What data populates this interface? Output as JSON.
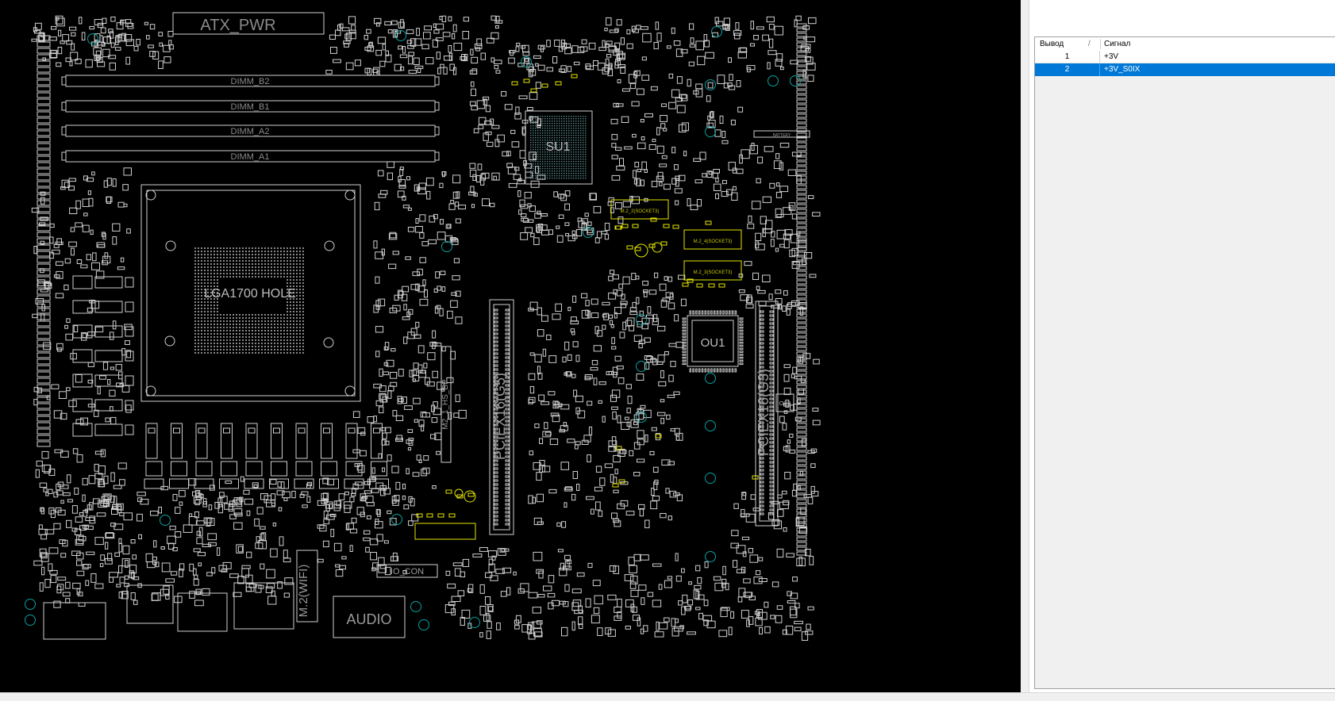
{
  "board": {
    "slot_labels": [
      "ATX_PWR",
      "DIMM_B2",
      "DIMM_B1",
      "DIMM_A2",
      "DIMM_A1",
      "LGA1700 HOLE",
      "PCIEX16(G5)",
      "PCIEX16(G3)",
      "M2_1_HS_BP",
      "SU1",
      "OU1",
      "OU2",
      "M.2_2(SOCKET3)",
      "M.2_4(SOCKET3)",
      "M.2_3(SOCKET3)",
      "M.2(WIFI)",
      "AUDIO",
      "IO_CON",
      "BATTERY"
    ],
    "colors": {
      "background": "#000000",
      "trace": "#cfcfcf",
      "highlight": "#e6e600",
      "pad": "#0aa0a0"
    }
  },
  "pin_table": {
    "columns": {
      "pin": "Вывод",
      "sort_glyph": "/",
      "signal": "Сигнал"
    },
    "rows": [
      {
        "pin": "1",
        "signal": "+3V"
      },
      {
        "pin": "2",
        "signal": "+3V_S0IX"
      }
    ],
    "selected_row": 2,
    "colors": {
      "selection": "#0078d7"
    }
  }
}
